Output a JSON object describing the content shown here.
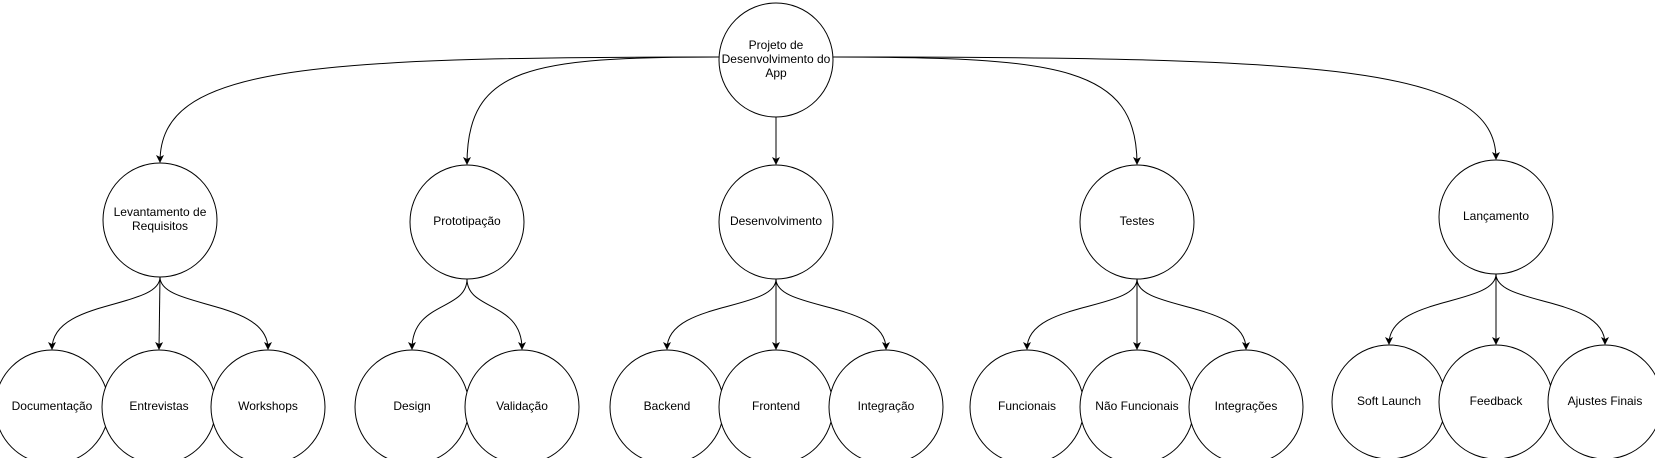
{
  "diagram": {
    "type": "tree",
    "colors": {
      "stroke": "#000000",
      "fill": "#ffffff",
      "text": "#000000"
    },
    "root": {
      "id": "root",
      "lines": [
        "Projeto de",
        "Desenvolvimento do",
        "App"
      ]
    },
    "phases": [
      {
        "id": "levantamento",
        "lines": [
          "Levantamento de",
          "Requisitos"
        ],
        "children": [
          {
            "id": "documentacao",
            "lines": [
              "Documentação"
            ]
          },
          {
            "id": "entrevistas",
            "lines": [
              "Entrevistas"
            ]
          },
          {
            "id": "workshops",
            "lines": [
              "Workshops"
            ]
          }
        ]
      },
      {
        "id": "prototipacao",
        "lines": [
          "Prototipação"
        ],
        "children": [
          {
            "id": "design",
            "lines": [
              "Design"
            ]
          },
          {
            "id": "validacao",
            "lines": [
              "Validação"
            ]
          }
        ]
      },
      {
        "id": "desenvolvimento",
        "lines": [
          "Desenvolvimento"
        ],
        "children": [
          {
            "id": "backend",
            "lines": [
              "Backend"
            ]
          },
          {
            "id": "frontend",
            "lines": [
              "Frontend"
            ]
          },
          {
            "id": "integracao",
            "lines": [
              "Integração"
            ]
          }
        ]
      },
      {
        "id": "testes",
        "lines": [
          "Testes"
        ],
        "children": [
          {
            "id": "funcionais",
            "lines": [
              "Funcionais"
            ]
          },
          {
            "id": "nao-funcionais",
            "lines": [
              "Não Funcionais"
            ]
          },
          {
            "id": "integracoes",
            "lines": [
              "Integrações"
            ]
          }
        ]
      },
      {
        "id": "lancamento",
        "lines": [
          "Lançamento"
        ],
        "children": [
          {
            "id": "soft-launch",
            "lines": [
              "Soft Launch"
            ]
          },
          {
            "id": "feedback",
            "lines": [
              "Feedback"
            ]
          },
          {
            "id": "ajustes-finais",
            "lines": [
              "Ajustes Finais"
            ]
          }
        ]
      }
    ]
  }
}
